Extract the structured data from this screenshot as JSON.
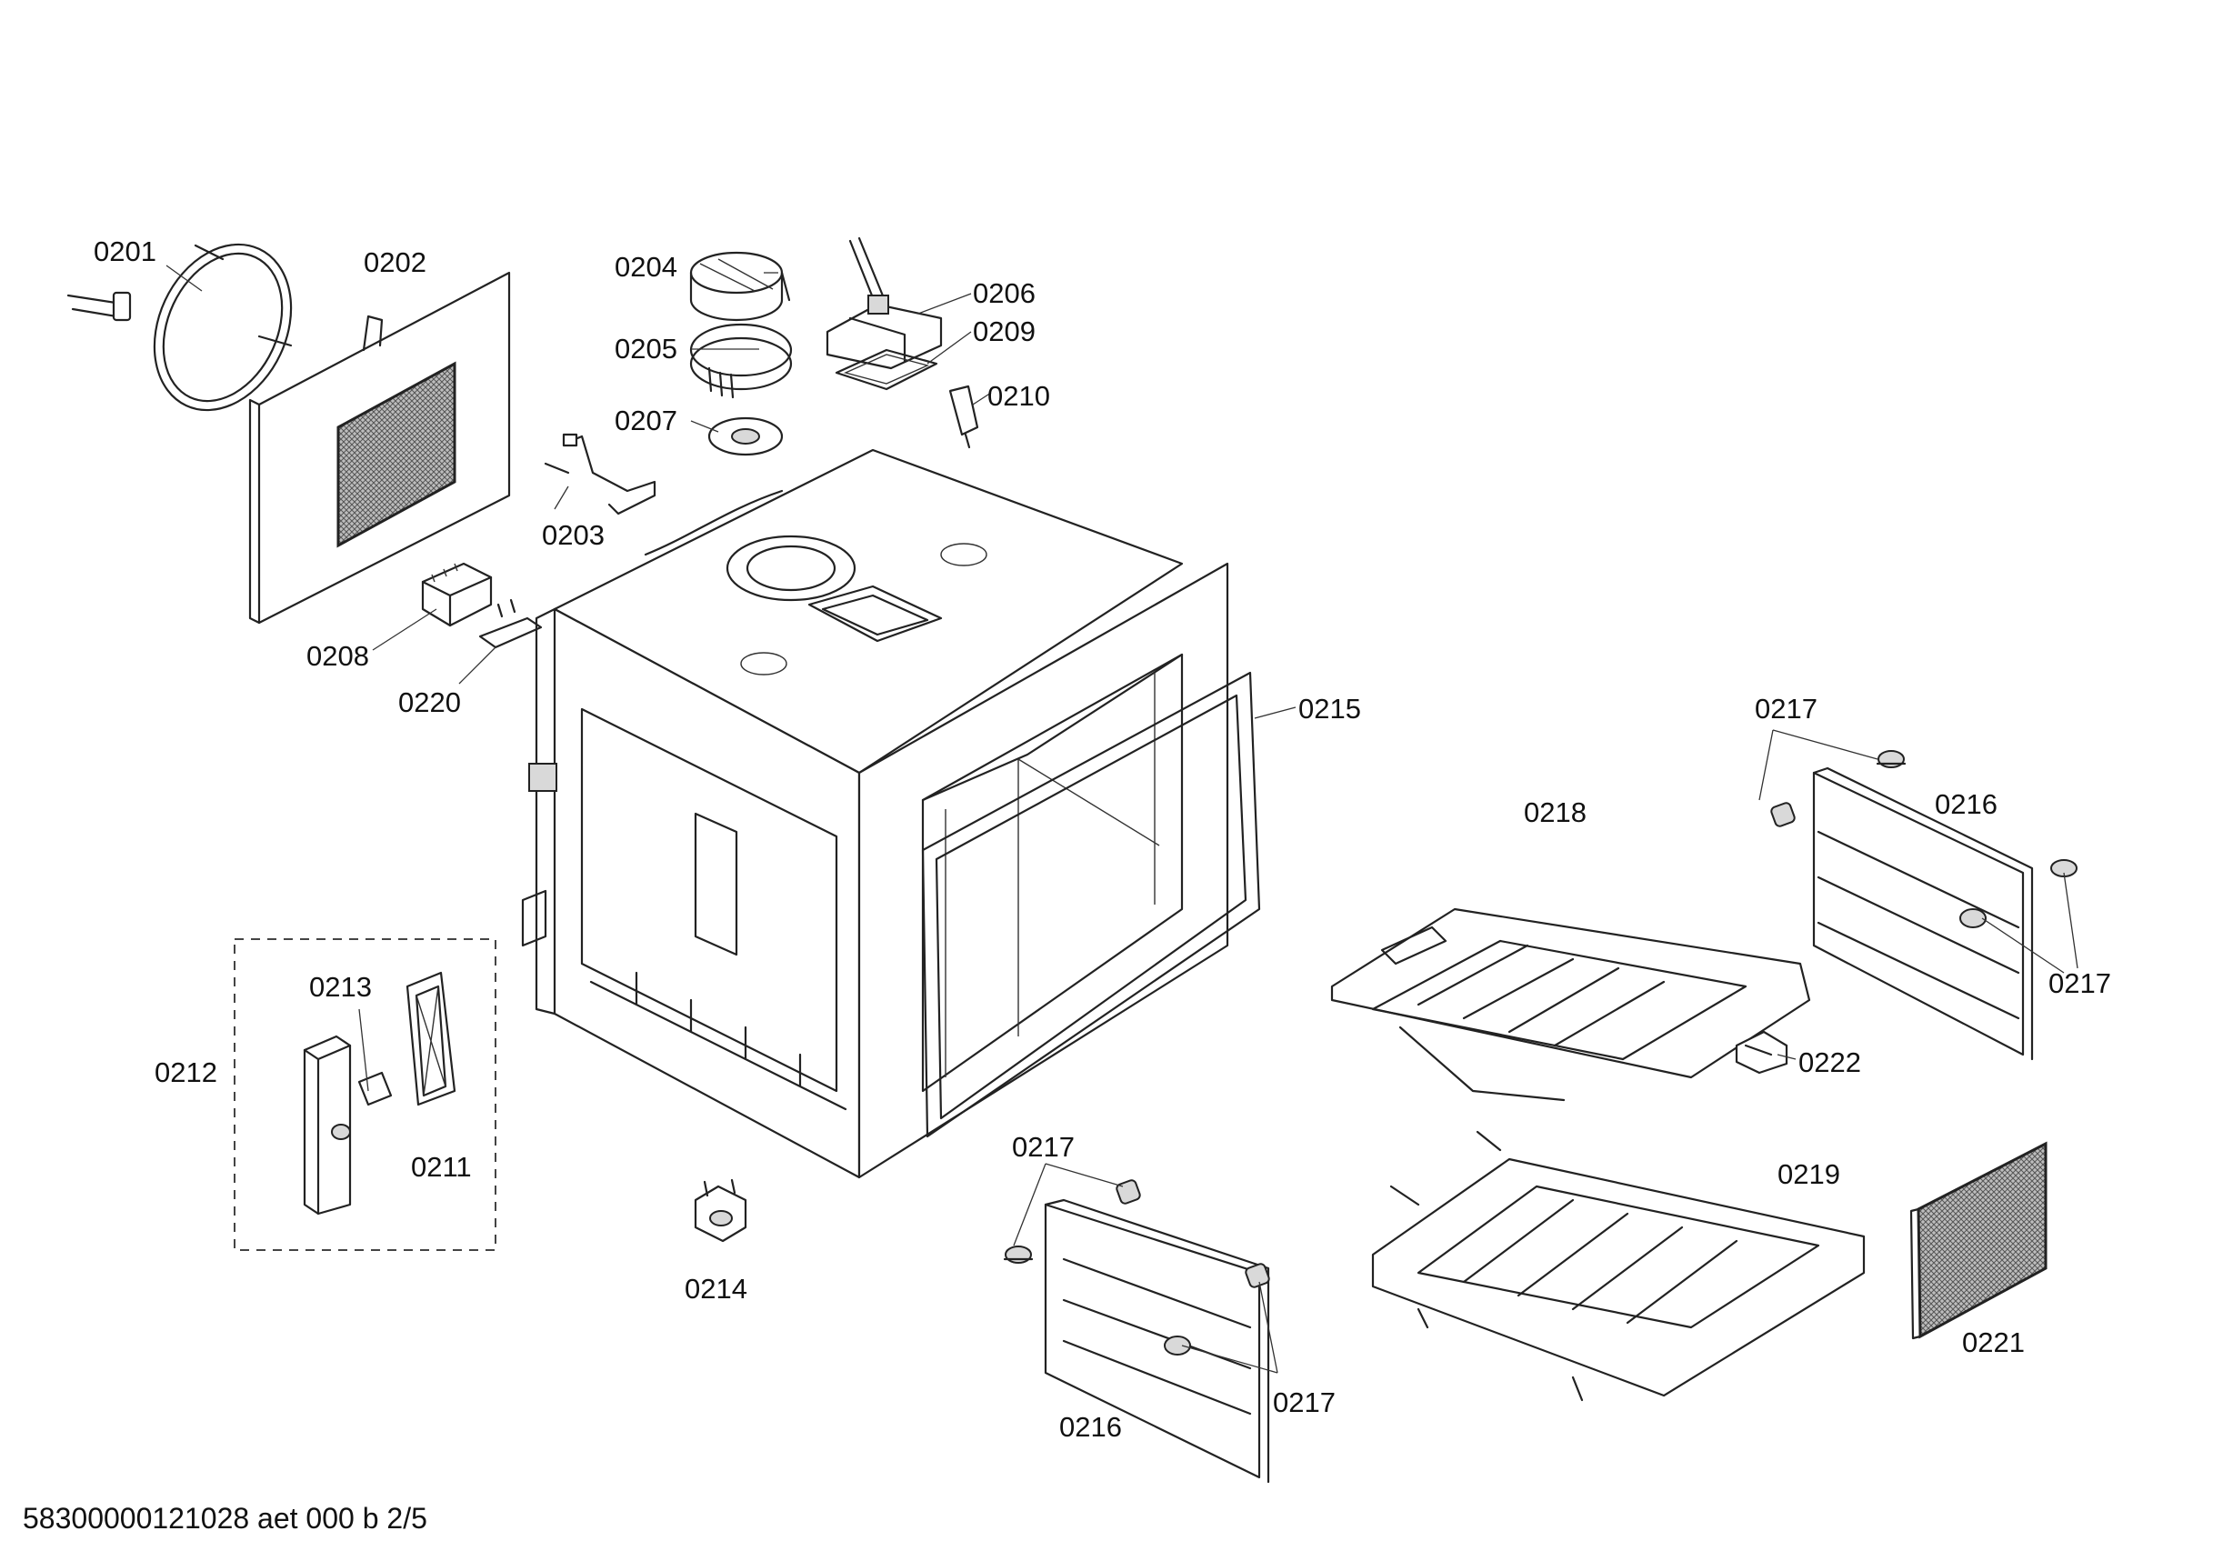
{
  "diagram": {
    "labels": {
      "p0201": "0201",
      "p0202": "0202",
      "p0203": "0203",
      "p0204": "0204",
      "p0205": "0205",
      "p0206": "0206",
      "p0207": "0207",
      "p0208": "0208",
      "p0209": "0209",
      "p0210": "0210",
      "p0211": "0211",
      "p0212": "0212",
      "p0213": "0213",
      "p0214": "0214",
      "p0215": "0215",
      "p0216a": "0216",
      "p0216b": "0216",
      "p0217a": "0217",
      "p0217b": "0217",
      "p0217c": "0217",
      "p0217d": "0217",
      "p0218": "0218",
      "p0219": "0219",
      "p0220": "0220",
      "p0221": "0221",
      "p0222": "0222"
    },
    "document_id": "58300000121028 aet 000 b 2/5"
  }
}
